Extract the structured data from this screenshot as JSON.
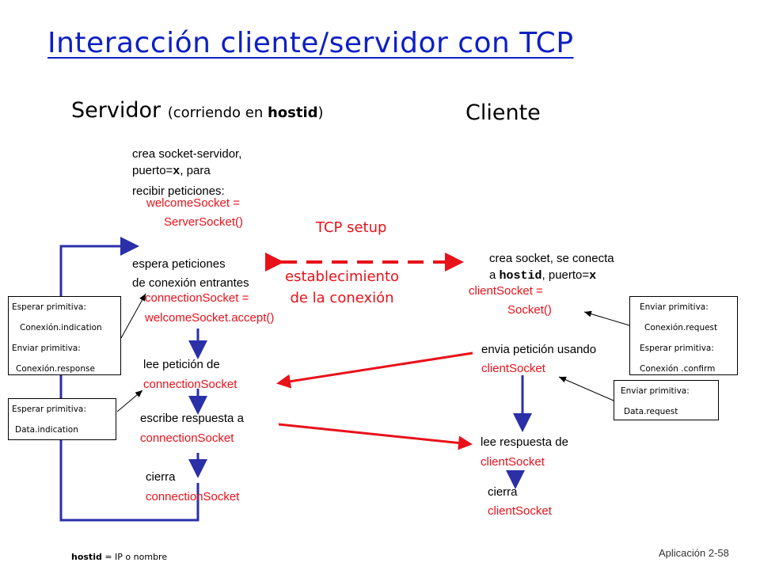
{
  "title": "Interacción cliente/servidor con TCP",
  "server_header": {
    "label": "Servidor",
    "paren_open": "(corriendo en ",
    "host": "hostid",
    "paren_close": ")"
  },
  "client_header": "Cliente",
  "server_steps": {
    "create": {
      "l1": "crea socket-servidor,",
      "l2a": "puerto=",
      "l2b": "x",
      "l2c": ", para",
      "l3": "recibir peticiones:"
    },
    "create_code": {
      "l1": "welcomeSocket =",
      "l2": "ServerSocket()"
    },
    "wait": {
      "l1": "espera peticiones",
      "l2": "de conexión entrantes"
    },
    "accept_code": {
      "l1": "connectionSocket =",
      "l2": "welcomeSocket.accept()"
    },
    "read": {
      "l1": "lee petición de",
      "l2": "connectionSocket"
    },
    "write": {
      "l1": "escribe respuesta a",
      "l2": "connectionSocket"
    },
    "close": {
      "l1": "cierra",
      "l2": "connectionSocket"
    }
  },
  "client_steps": {
    "create": {
      "l1": "crea socket, se conecta",
      "l2a": "a ",
      "l2b": "hostid",
      "l2c": ", puerto=",
      "l2d": "x"
    },
    "create_code": {
      "l1": "clientSocket =",
      "l2": "Socket()"
    },
    "send": {
      "l1": "envia petición usando",
      "l2": "clientSocket"
    },
    "read": {
      "l1": "lee respuesta de",
      "l2": "clientSocket"
    },
    "close": {
      "l1": "cierra",
      "l2": "clientSocket"
    }
  },
  "tcp_setup": "TCP setup",
  "establishment": {
    "l1": "establecimiento",
    "l2": "de la conexión"
  },
  "primitives": {
    "server_connect": [
      "Esperar primitiva:",
      "Conexión.indication",
      "Enviar primitiva:",
      "Conexión.response"
    ],
    "server_data": [
      "Esperar primitiva:",
      "Data.indication"
    ],
    "client_connect": [
      "Enviar primitiva:",
      "Conexión.request",
      "Esperar primitiva:",
      "Conexión .confirm"
    ],
    "client_data": [
      "Enviar primitiva:",
      "Data.request"
    ]
  },
  "footer": {
    "hostid_bold": "hostid",
    "hostid_rest": " = IP o nombre"
  },
  "page_label": "Aplicación 2-58",
  "colors": {
    "title": "#0d1fc4",
    "flow_arrow": "#2b2fa8",
    "message_arrow": "#e8111a",
    "code_text": "#e8111a"
  }
}
